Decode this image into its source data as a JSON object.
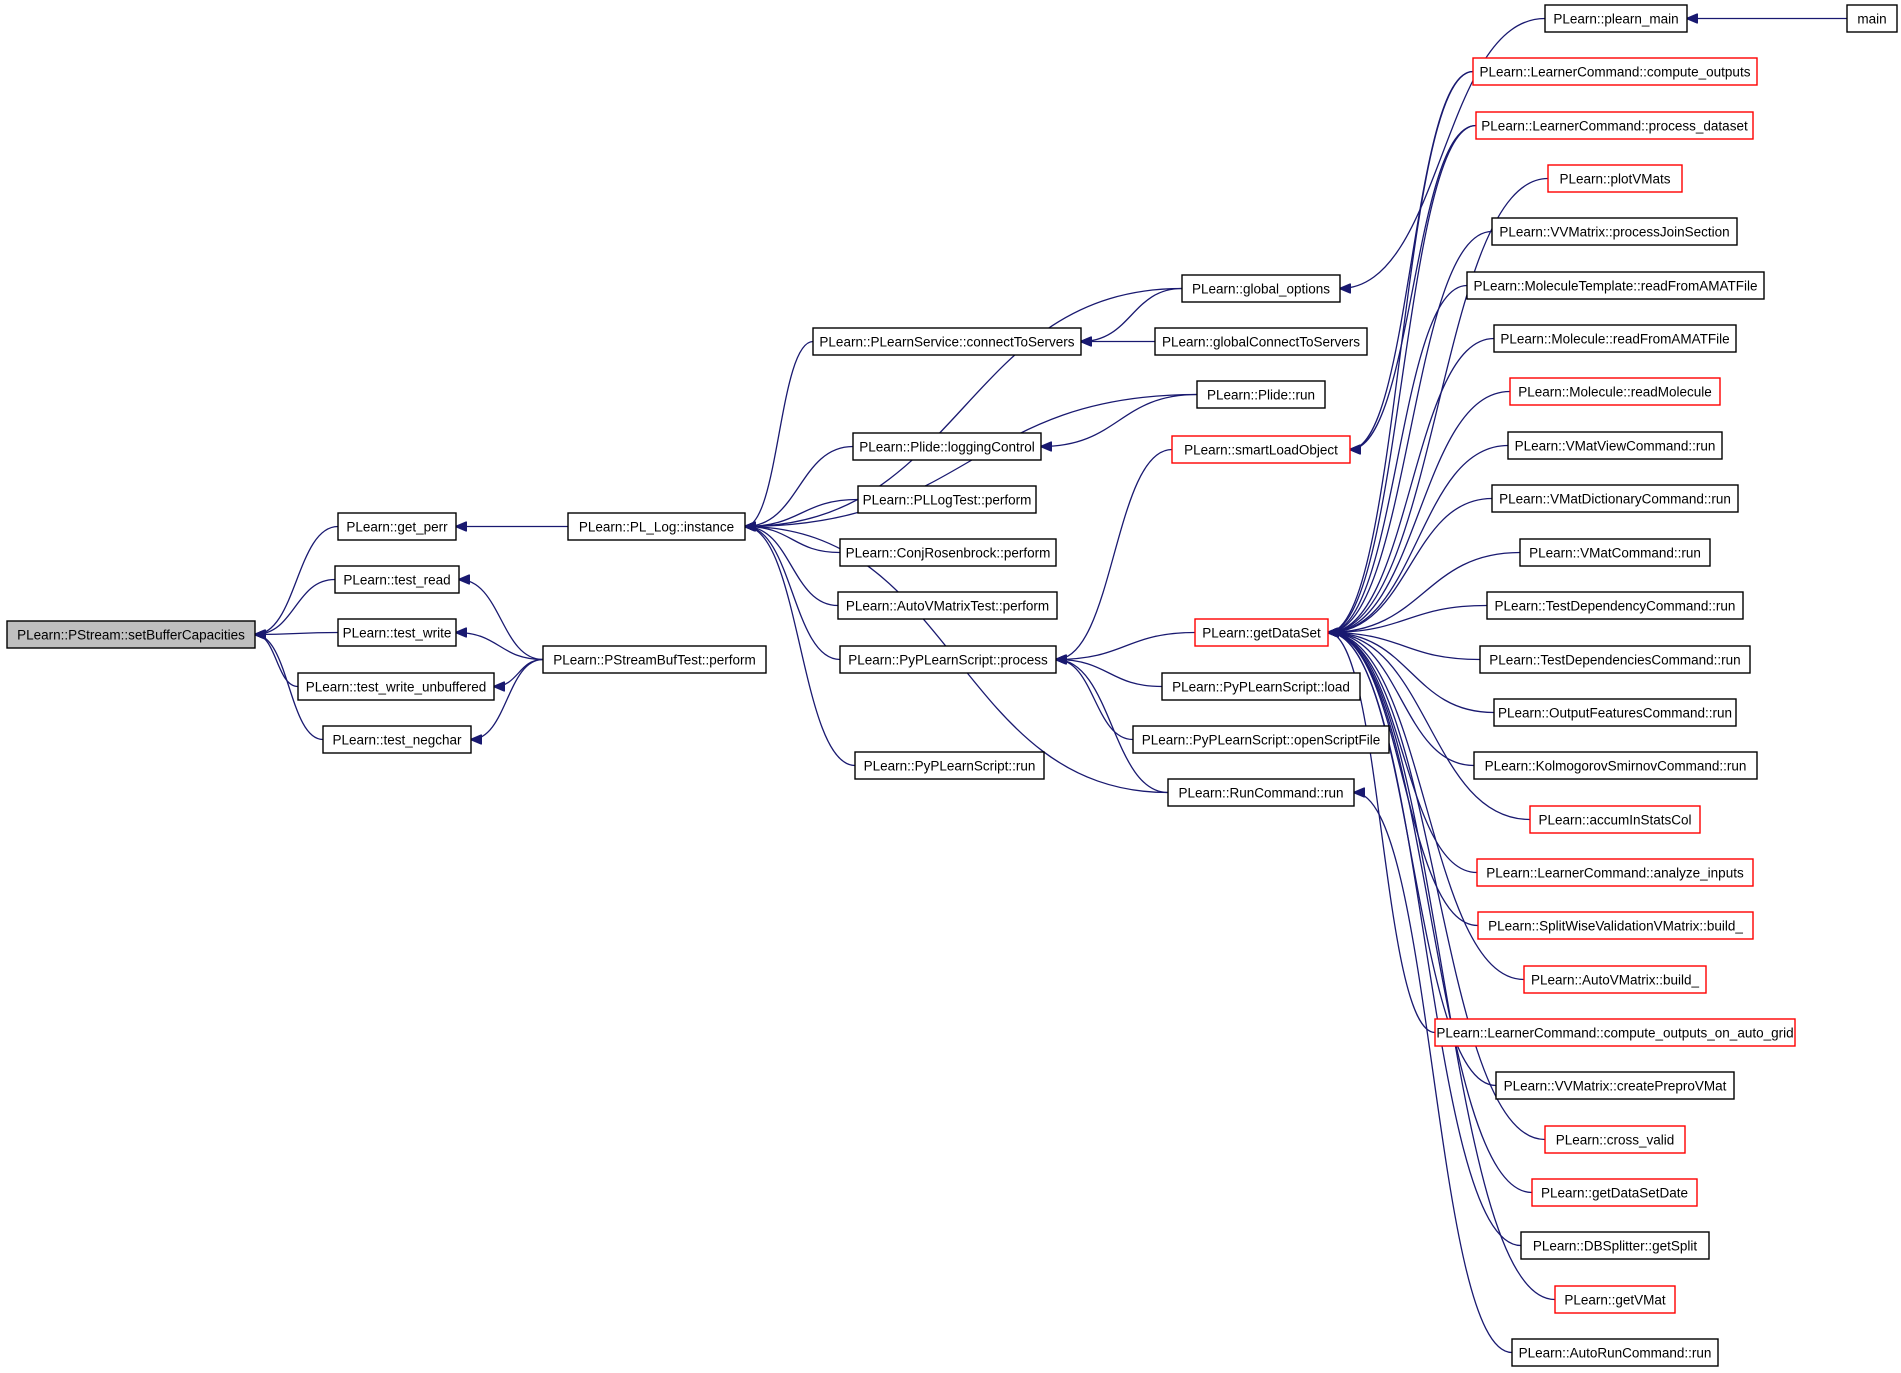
{
  "graph": {
    "type": "caller-graph",
    "colors": {
      "edge": "#191970",
      "node_border_complete": "#000000",
      "node_border_truncated": "#ff0000",
      "root_fill": "#bfbfbf",
      "node_fill": "#ffffff"
    },
    "nodes": [
      {
        "id": "root",
        "label": "PLearn::PStream::setBufferCapacities",
        "style": "root"
      },
      {
        "id": "get_perr",
        "label": "PLearn::get_perr",
        "style": "complete"
      },
      {
        "id": "test_read",
        "label": "PLearn::test_read",
        "style": "complete"
      },
      {
        "id": "test_write",
        "label": "PLearn::test_write",
        "style": "complete"
      },
      {
        "id": "test_write_unbuffered",
        "label": "PLearn::test_write_unbuffered",
        "style": "complete"
      },
      {
        "id": "test_negchar",
        "label": "PLearn::test_negchar",
        "style": "complete"
      },
      {
        "id": "pl_log",
        "label": "PLearn::PL_Log::instance",
        "style": "complete"
      },
      {
        "id": "pstreambuftest",
        "label": "PLearn::PStreamBufTest::perform",
        "style": "complete"
      },
      {
        "id": "connect",
        "label": "PLearn::PLearnService::connectToServers",
        "style": "complete"
      },
      {
        "id": "logging",
        "label": "PLearn::Plide::loggingControl",
        "style": "complete"
      },
      {
        "id": "plltest",
        "label": "PLearn::PLLogTest::perform",
        "style": "complete"
      },
      {
        "id": "conjrosen",
        "label": "PLearn::ConjRosenbrock::perform",
        "style": "complete"
      },
      {
        "id": "autovmtest",
        "label": "PLearn::AutoVMatrixTest::perform",
        "style": "complete"
      },
      {
        "id": "pyprocess",
        "label": "PLearn::PyPLearnScript::process",
        "style": "complete"
      },
      {
        "id": "pyrun",
        "label": "PLearn::PyPLearnScript::run",
        "style": "complete"
      },
      {
        "id": "global_options",
        "label": "PLearn::global_options",
        "style": "complete"
      },
      {
        "id": "globalconnect",
        "label": "PLearn::globalConnectToServers",
        "style": "complete"
      },
      {
        "id": "plide_run",
        "label": "PLearn::Plide::run",
        "style": "complete"
      },
      {
        "id": "smartload",
        "label": "PLearn::smartLoadObject",
        "style": "truncated"
      },
      {
        "id": "getdataset",
        "label": "PLearn::getDataSet",
        "style": "truncated"
      },
      {
        "id": "pyload",
        "label": "PLearn::PyPLearnScript::load",
        "style": "complete"
      },
      {
        "id": "pyopen",
        "label": "PLearn::PyPLearnScript::openScriptFile",
        "style": "complete"
      },
      {
        "id": "runcommand",
        "label": "PLearn::RunCommand::run",
        "style": "complete"
      },
      {
        "id": "plearn_main",
        "label": "PLearn::plearn_main",
        "style": "complete"
      },
      {
        "id": "main",
        "label": "main",
        "style": "complete"
      },
      {
        "id": "compute_outputs",
        "label": "PLearn::LearnerCommand::compute_outputs",
        "style": "truncated"
      },
      {
        "id": "process_dataset",
        "label": "PLearn::LearnerCommand::process_dataset",
        "style": "truncated"
      },
      {
        "id": "plotvmats",
        "label": "PLearn::plotVMats",
        "style": "truncated"
      },
      {
        "id": "processjoin",
        "label": "PLearn::VVMatrix::processJoinSection",
        "style": "complete"
      },
      {
        "id": "moltemplate",
        "label": "PLearn::MoleculeTemplate::readFromAMATFile",
        "style": "complete"
      },
      {
        "id": "molread",
        "label": "PLearn::Molecule::readFromAMATFile",
        "style": "complete"
      },
      {
        "id": "molreadmol",
        "label": "PLearn::Molecule::readMolecule",
        "style": "truncated"
      },
      {
        "id": "vmatview",
        "label": "PLearn::VMatViewCommand::run",
        "style": "complete"
      },
      {
        "id": "vmatdict",
        "label": "PLearn::VMatDictionaryCommand::run",
        "style": "complete"
      },
      {
        "id": "vmatcmd",
        "label": "PLearn::VMatCommand::run",
        "style": "complete"
      },
      {
        "id": "testdep",
        "label": "PLearn::TestDependencyCommand::run",
        "style": "complete"
      },
      {
        "id": "testdeps",
        "label": "PLearn::TestDependenciesCommand::run",
        "style": "complete"
      },
      {
        "id": "outfeat",
        "label": "PLearn::OutputFeaturesCommand::run",
        "style": "complete"
      },
      {
        "id": "kolmo",
        "label": "PLearn::KolmogorovSmirnovCommand::run",
        "style": "complete"
      },
      {
        "id": "accum",
        "label": "PLearn::accumInStatsCol",
        "style": "truncated"
      },
      {
        "id": "analyze",
        "label": "PLearn::LearnerCommand::analyze_inputs",
        "style": "truncated"
      },
      {
        "id": "splitwise",
        "label": "PLearn::SplitWiseValidationVMatrix::build_",
        "style": "truncated"
      },
      {
        "id": "autovm_build",
        "label": "PLearn::AutoVMatrix::build_",
        "style": "truncated"
      },
      {
        "id": "compute_auto",
        "label": "PLearn::LearnerCommand::compute_outputs_on_auto_grid",
        "style": "truncated"
      },
      {
        "id": "createprepro",
        "label": "PLearn::VVMatrix::createPreproVMat",
        "style": "complete"
      },
      {
        "id": "crossvalid",
        "label": "PLearn::cross_valid",
        "style": "truncated"
      },
      {
        "id": "getdatasetdate",
        "label": "PLearn::getDataSetDate",
        "style": "truncated"
      },
      {
        "id": "dbsplit",
        "label": "PLearn::DBSplitter::getSplit",
        "style": "complete"
      },
      {
        "id": "getvmat",
        "label": "PLearn::getVMat",
        "style": "truncated"
      },
      {
        "id": "autorun",
        "label": "PLearn::AutoRunCommand::run",
        "style": "complete"
      }
    ],
    "edges": [
      [
        "get_perr",
        "root"
      ],
      [
        "test_read",
        "root"
      ],
      [
        "test_write",
        "root"
      ],
      [
        "test_write_unbuffered",
        "root"
      ],
      [
        "test_negchar",
        "root"
      ],
      [
        "pl_log",
        "get_perr"
      ],
      [
        "pstreambuftest",
        "test_read"
      ],
      [
        "pstreambuftest",
        "test_write"
      ],
      [
        "pstreambuftest",
        "test_write_unbuffered"
      ],
      [
        "pstreambuftest",
        "test_negchar"
      ],
      [
        "connect",
        "pl_log"
      ],
      [
        "global_options",
        "pl_log"
      ],
      [
        "plide_run",
        "pl_log"
      ],
      [
        "logging",
        "pl_log"
      ],
      [
        "plltest",
        "pl_log"
      ],
      [
        "conjrosen",
        "pl_log"
      ],
      [
        "autovmtest",
        "pl_log"
      ],
      [
        "pyprocess",
        "pl_log"
      ],
      [
        "pyrun",
        "pl_log"
      ],
      [
        "runcommand",
        "pl_log"
      ],
      [
        "global_options",
        "connect"
      ],
      [
        "globalconnect",
        "connect"
      ],
      [
        "plide_run",
        "logging"
      ],
      [
        "plearn_main",
        "global_options"
      ],
      [
        "main",
        "plearn_main"
      ],
      [
        "getdataset",
        "pyprocess"
      ],
      [
        "smartload",
        "pyprocess"
      ],
      [
        "pyload",
        "pyprocess"
      ],
      [
        "pyopen",
        "pyprocess"
      ],
      [
        "runcommand",
        "pyprocess"
      ],
      [
        "compute_outputs",
        "smartload"
      ],
      [
        "process_dataset",
        "smartload"
      ],
      [
        "autorun",
        "runcommand"
      ],
      [
        "compute_outputs",
        "getdataset"
      ],
      [
        "process_dataset",
        "getdataset"
      ],
      [
        "plotvmats",
        "getdataset"
      ],
      [
        "processjoin",
        "getdataset"
      ],
      [
        "moltemplate",
        "getdataset"
      ],
      [
        "molread",
        "getdataset"
      ],
      [
        "molreadmol",
        "getdataset"
      ],
      [
        "vmatview",
        "getdataset"
      ],
      [
        "vmatdict",
        "getdataset"
      ],
      [
        "vmatcmd",
        "getdataset"
      ],
      [
        "testdep",
        "getdataset"
      ],
      [
        "testdeps",
        "getdataset"
      ],
      [
        "outfeat",
        "getdataset"
      ],
      [
        "kolmo",
        "getdataset"
      ],
      [
        "accum",
        "getdataset"
      ],
      [
        "analyze",
        "getdataset"
      ],
      [
        "splitwise",
        "getdataset"
      ],
      [
        "autovm_build",
        "getdataset"
      ],
      [
        "compute_auto",
        "getdataset"
      ],
      [
        "createprepro",
        "getdataset"
      ],
      [
        "crossvalid",
        "getdataset"
      ],
      [
        "getdatasetdate",
        "getdataset"
      ],
      [
        "dbsplit",
        "getdataset"
      ],
      [
        "getvmat",
        "getdataset"
      ]
    ]
  }
}
